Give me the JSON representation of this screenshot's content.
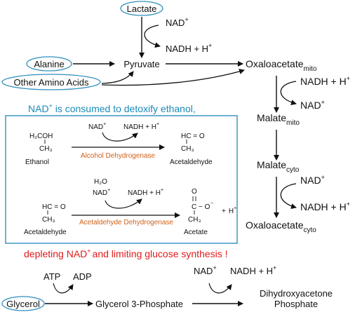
{
  "labels": {
    "lactate": "Lactate",
    "nad_plus": "NAD",
    "nadh_h": "NADH + H",
    "sup_plus": "+",
    "alanine": "Alanine",
    "other_amino_acids": "Other Amino Acids",
    "pyruvate": "Pyruvate",
    "oxaloacetate": "Oxaloacetate",
    "mito": "mito",
    "cyto": "cyto",
    "malate": "Malate",
    "glycerol": "Glycerol",
    "atp": "ATP",
    "adp": "ADP",
    "glycerol_3_phosphate": "Glycerol 3-Phosphate",
    "dihydroxyacetone": "Dihydroxyacetone",
    "phosphate": "Phosphate"
  },
  "notes": {
    "consumed_pre": "NAD",
    "consumed_post": " is consumed to detoxify ethanol,",
    "depleting_pre": "depleting NAD",
    "depleting_post": "and limiting glucose synthesis !"
  },
  "box": {
    "ethanol_formula_top": "H₂COH",
    "ethanol_formula_bottom": "CH₃",
    "ethanol": "Ethanol",
    "acetaldehyde_formula_top": "HC = O",
    "acetaldehyde_formula_bottom": "CH₃",
    "acetaldehyde": "Acetaldehyde",
    "alcohol_dehydrogenase": "Alcohol Dehydrogenase",
    "acetaldehyde_dehydrogenase": "Acetaldehyde Dehydrogenase",
    "h2o": "H₂O",
    "acetate_o_top": "O",
    "acetate_formula_mid": "C − O",
    "acetate_minus": "−",
    "acetate_formula_bottom": "CH₃",
    "acetate": "Acetate",
    "h_plus": "H"
  },
  "colors": {
    "ellipse_stroke": "#2f8fbf",
    "box_stroke": "#2f8fbf",
    "note_blue": "#1a8ab8",
    "note_red": "#e01a1a",
    "enzyme_orange": "#d0601a"
  }
}
